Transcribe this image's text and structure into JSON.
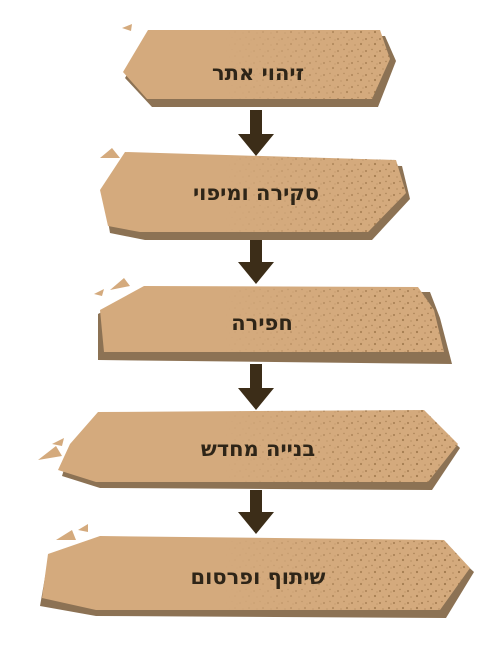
{
  "steps": [
    {
      "label": "זיהוי אתר"
    },
    {
      "label": "סקירה ומיפוי"
    },
    {
      "label": "חפירה"
    },
    {
      "label": "בנייה מחדש"
    },
    {
      "label": "שיתוף ופרסום"
    }
  ],
  "colors": {
    "stone_face": "#d4aa7d",
    "stone_shadow": "#8c7254",
    "speckle": "#a07a50",
    "arrow": "#3c2d18",
    "text": "#2e2518"
  }
}
